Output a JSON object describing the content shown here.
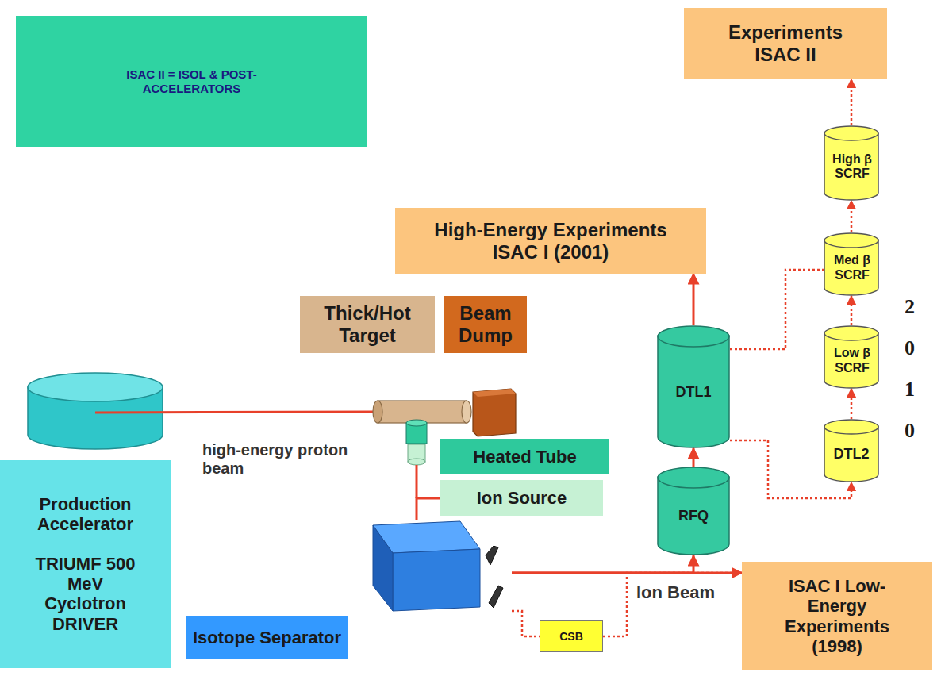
{
  "diagram": {
    "nodes": [
      {
        "text": [
          "ISAC II = ISOL & POST-ACCELERATORS"
        ]
      },
      {
        "text": [
          "Experiments ISAC II"
        ]
      },
      {
        "text": [
          "High β SCRF"
        ]
      },
      {
        "text": [
          "High-Energy Experiments ISAC I (2001)"
        ]
      },
      {
        "text": [
          "Med β SCRF"
        ]
      },
      {
        "text": [
          "Thick/Hot Target"
        ]
      },
      {
        "text": [
          "Beam Dump"
        ]
      },
      {
        "text": [
          "DTL1"
        ]
      },
      {
        "text": [
          "Low β SCRF"
        ]
      },
      {
        "text": [
          "Production Accelerator",
          "TRIUMF 500 MeV Cyclotron DRIVER"
        ]
      },
      {
        "text": [
          "Heated Tube"
        ]
      },
      {
        "text": [
          "Ion Source"
        ]
      },
      {
        "text": [
          "DTL2"
        ]
      },
      {
        "text": [
          "RFQ"
        ]
      },
      {
        "text": [
          "CSB"
        ]
      },
      {
        "text": [
          "ISAC I Low-Energy Experiments (1998)"
        ]
      },
      {
        "text": [
          "Isotope Separator"
        ]
      }
    ],
    "edges": [
      {
        "from": 11,
        "to": 16,
        "arrow": "none"
      },
      {
        "from": 16,
        "to": 15,
        "arrow": "to"
      },
      {
        "from": 16,
        "to": 13,
        "arrow": "to"
      },
      {
        "from": 13,
        "to": 7,
        "arrow": "to"
      },
      {
        "from": 7,
        "to": 3,
        "arrow": "to"
      },
      {
        "from": 7,
        "to": 12,
        "arrow": "to"
      },
      {
        "from": 12,
        "to": 8,
        "arrow": "to"
      },
      {
        "from": 8,
        "to": 4,
        "arrow": "to"
      },
      {
        "from": 4,
        "to": 2,
        "arrow": "to"
      },
      {
        "from": 2,
        "to": 1,
        "arrow": "to"
      },
      {
        "from": 7,
        "to": 4,
        "arrow": "none"
      },
      {
        "from": 16,
        "to": 14,
        "arrow": "none"
      },
      {
        "from": 14,
        "to": 15,
        "arrow": "none"
      }
    ],
    "labels": [
      "high-energy proton beam",
      "Ion Beam",
      "2",
      "0",
      "1",
      "0"
    ]
  }
}
